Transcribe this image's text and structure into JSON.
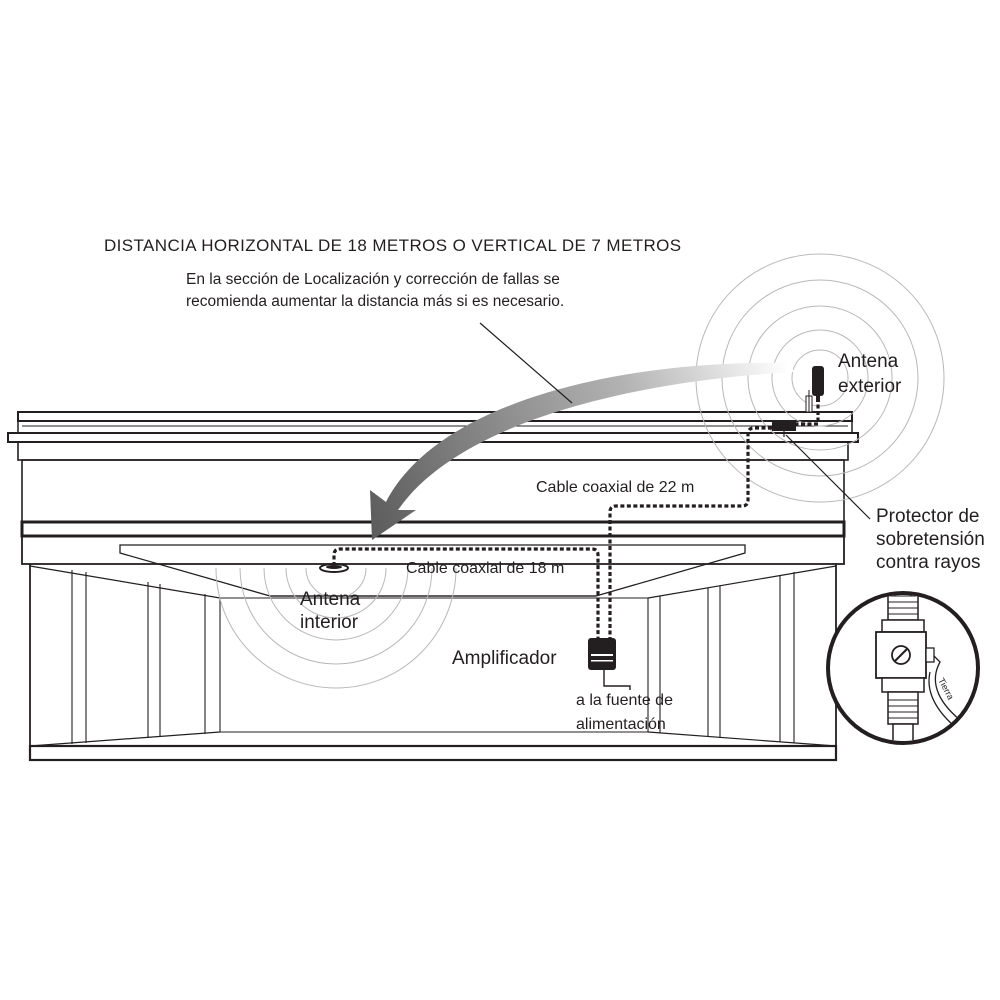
{
  "headline": "DISTANCIA HORIZONTAL DE 18 METROS O VERTICAL DE 7 METROS",
  "note": {
    "line1": "En la sección de Localización y corrección de fallas se",
    "line2": "recomienda aumentar la distancia más si es necesario."
  },
  "outdoor_antenna": {
    "line1": "Antena",
    "line2": "exterior"
  },
  "indoor_antenna": {
    "line1": "Antena",
    "line2": "interior"
  },
  "cable_22": "Cable coaxial de 22 m",
  "cable_18": "Cable coaxial de 18 m",
  "amplifier": "Amplificador",
  "power": {
    "line1": "a la fuente de",
    "line2": "alimentación"
  },
  "surge": {
    "line1": "Protector de",
    "line2": "sobretensión",
    "line3": "contra rayos"
  },
  "ground": "Tierra"
}
